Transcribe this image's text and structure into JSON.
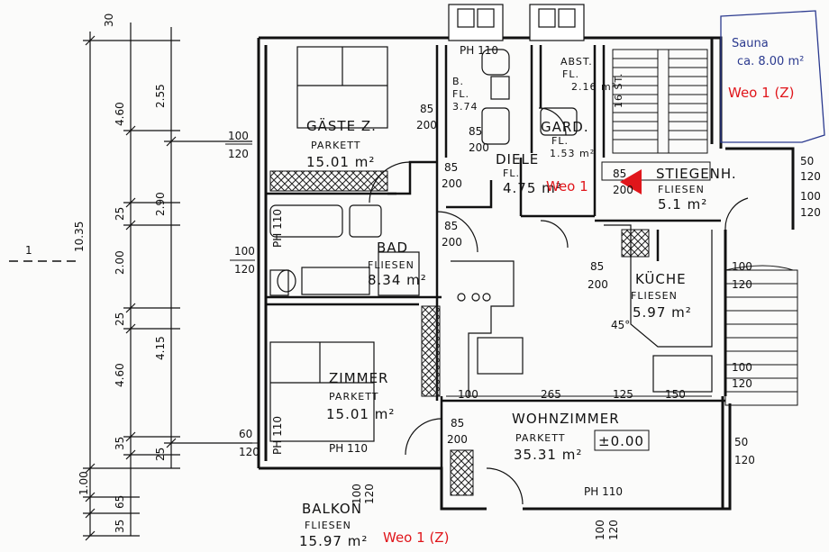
{
  "rooms": {
    "gaeste": {
      "name": "GÄSTE Z.",
      "floor": "PARKETT",
      "area": "15.01 m²"
    },
    "bad": {
      "name": "BAD",
      "floor": "FLIESEN",
      "area": "8.34 m²"
    },
    "zimmer": {
      "name": "ZIMMER",
      "floor": "PARKETT",
      "area": "15.01 m²"
    },
    "wohnzimmer": {
      "name": "WOHNZIMMER",
      "floor": "PARKETT",
      "area": "35.31 m²",
      "level": "±0.00"
    },
    "diele": {
      "name": "DIELE",
      "floor": "FL.",
      "area": "4.75 m²"
    },
    "stiegenhaus": {
      "name": "STIEGENH.",
      "floor": "FLIESEN",
      "area": "5.1 m²"
    },
    "kueche": {
      "name": "KÜCHE",
      "floor": "FLIESEN",
      "area": "5.97 m²"
    },
    "balkon": {
      "name": "BALKON",
      "floor": "FLIESEN",
      "area": "15.97 m²"
    },
    "abst": {
      "name": "ABST.",
      "floor": "FL.",
      "area": "2.16 m²"
    },
    "gard": {
      "name": "GARD.",
      "floor": "FL.",
      "area": "1.53 m²"
    },
    "wc": {
      "name": "B.",
      "floor": "FL.",
      "area": "3.74"
    }
  },
  "sauna": {
    "name": "Sauna",
    "area": "ca. 8.00 m²",
    "tag": "Weo 1 (Z)"
  },
  "annotations": {
    "weo_center": "Weo 1",
    "weo_bottom": "Weo 1 (Z)",
    "axis_marker": "1",
    "angle": "45°"
  },
  "dims_left": {
    "outer_total": "10.35",
    "top": "30",
    "seg_460a": "4.60",
    "seg_255": "2.55",
    "seg_290": "2.90",
    "seg_25a": "25",
    "seg_200": "2.00",
    "seg_25b": "25",
    "seg_415": "4.15",
    "seg_460b": "4.60",
    "seg_35a": "35",
    "seg_25c": "25",
    "seg_100": "1.00",
    "seg_65": "65",
    "seg_35b": "35"
  },
  "window_dims": [
    {
      "top": "100",
      "bottom": "120"
    },
    {
      "top": "100",
      "bottom": "120"
    },
    {
      "top": "60",
      "bottom": "120"
    }
  ],
  "door_dims": [
    {
      "top": "85",
      "bottom": "200"
    },
    {
      "top": "85",
      "bottom": "200"
    },
    {
      "top": "85",
      "bottom": "200"
    },
    {
      "top": "85",
      "bottom": "200"
    },
    {
      "top": "85",
      "bottom": "200"
    },
    {
      "top": "85",
      "bottom": "200"
    },
    {
      "top": "85",
      "bottom": "200"
    }
  ],
  "wohn_dims": {
    "a": "100",
    "b": "265",
    "c": "125",
    "d": "150"
  },
  "right_dims": [
    {
      "top": "50",
      "bottom": "120"
    },
    {
      "top": "100",
      "bottom": "120"
    },
    {
      "top": "100",
      "bottom": "120"
    },
    {
      "top": "50",
      "bottom": "120"
    },
    {
      "top": "100",
      "bottom": "120"
    }
  ],
  "parapet": [
    {
      "label": "PH 110"
    },
    {
      "label": "PH 110"
    },
    {
      "label": "PH 110"
    },
    {
      "label": "PH 110"
    },
    {
      "label": "PH 110"
    }
  ],
  "stair": {
    "label": "16 ST."
  },
  "balkon_dims": {
    "a": "100",
    "b": "120"
  },
  "bottom_dims": {
    "a": "100",
    "b": "120"
  }
}
